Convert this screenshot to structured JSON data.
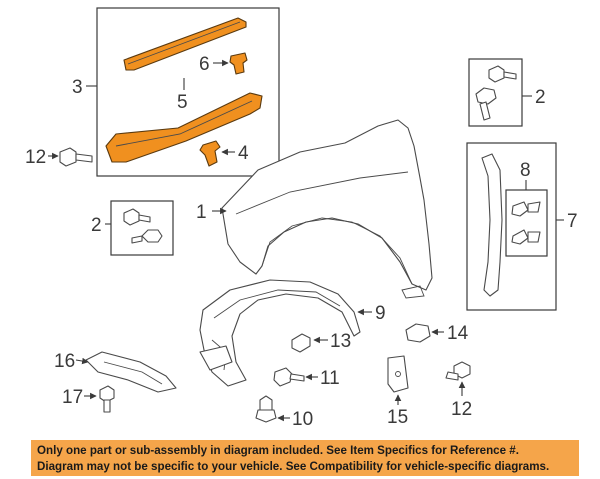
{
  "callouts": {
    "c1": "1",
    "c2a": "2",
    "c2b": "2",
    "c3": "3",
    "c4": "4",
    "c5": "5",
    "c6": "6",
    "c7": "7",
    "c8": "8",
    "c9": "9",
    "c10": "10",
    "c11": "11",
    "c12a": "12",
    "c12b": "12",
    "c13": "13",
    "c14": "14",
    "c15": "15",
    "c16": "16",
    "c17": "17"
  },
  "disclaimer": {
    "line1": "Only one part or sub-assembly in diagram included. See Item Specifics for Reference #.",
    "line2": "Diagram may not be specific to your vehicle. See Compatibility for vehicle-specific diagrams."
  },
  "colors": {
    "highlight": "#f0901f",
    "banner": "#f5a54a"
  }
}
